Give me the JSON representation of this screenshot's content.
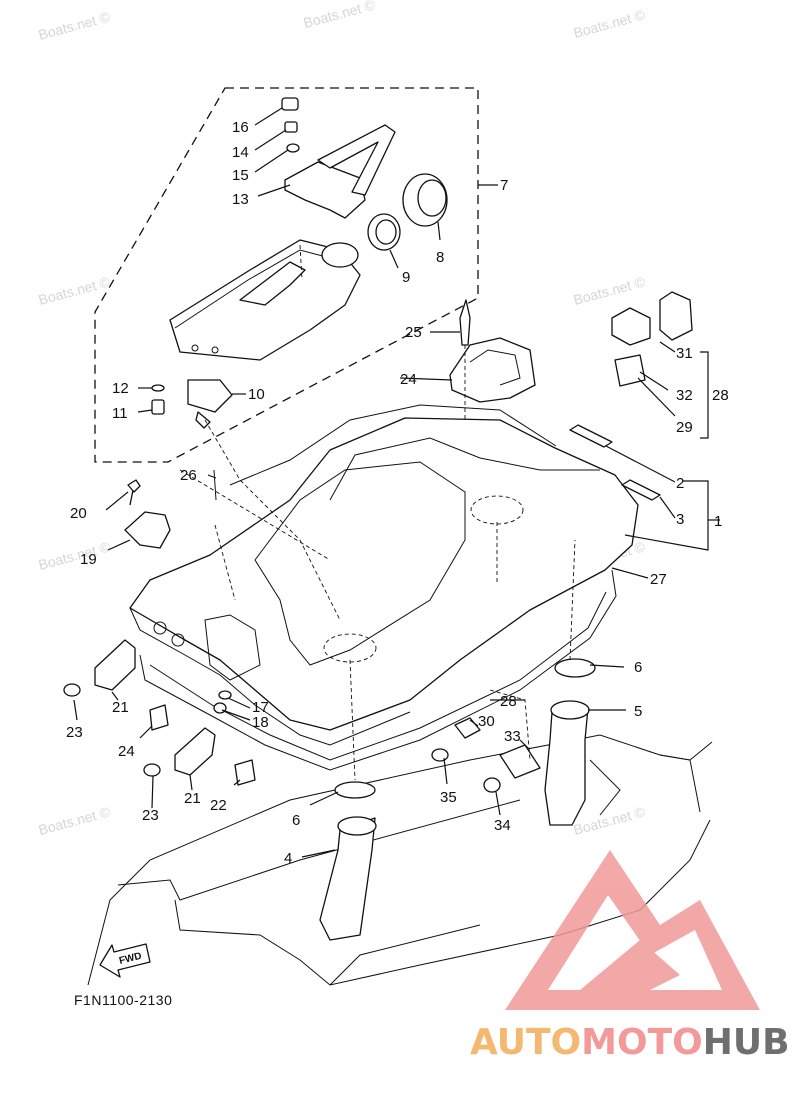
{
  "diagram": {
    "code": "F1N1100-2130",
    "fwd_label": "FWD",
    "watermark": "Boats.net ©",
    "brand": {
      "part1": "AUTO",
      "part2": "MOTO",
      "part3": "HUB"
    },
    "colors": {
      "logo_pink": "#f29a9a",
      "logo_orange": "#f5b870",
      "logo_gray": "#6f6f6f",
      "ink": "#111111",
      "watermark": "#d6d6d6"
    },
    "callouts": {
      "c16": "16",
      "c14": "14",
      "c15": "15",
      "c13": "13",
      "c7": "7",
      "c8": "8",
      "c9": "9",
      "c25": "25",
      "c24a": "24",
      "c12": "12",
      "c10": "10",
      "c11": "11",
      "c31": "31",
      "c32": "32",
      "c28a": "28",
      "c29": "29",
      "c26": "26",
      "c2": "2",
      "c3": "3",
      "c1": "1",
      "c20": "20",
      "c19": "19",
      "c27": "27",
      "c6a": "6",
      "c5": "5",
      "c28b": "28",
      "c30": "30",
      "c33": "33",
      "c17": "17",
      "c18": "18",
      "c23a": "23",
      "c21a": "21",
      "c24b": "24",
      "c21b": "21",
      "c23b": "23",
      "c22": "22",
      "c35": "35",
      "c34": "34",
      "c6b": "6",
      "c4": "4"
    }
  }
}
